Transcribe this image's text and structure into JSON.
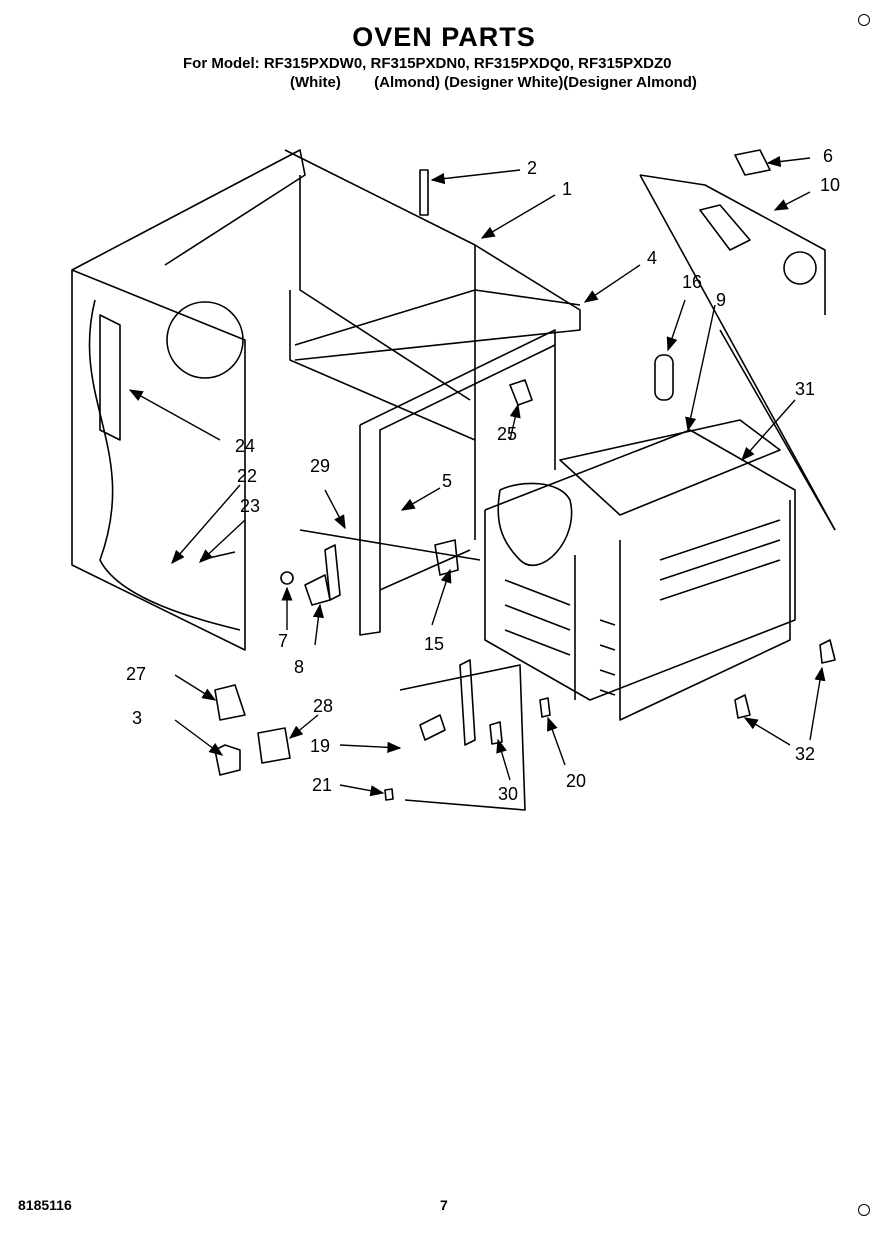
{
  "header": {
    "title": "OVEN PARTS",
    "models": "For Model: RF315PXDW0, RF315PXDN0, RF315PXDQ0, RF315PXDZ0",
    "colors": "(White)        (Almond) (Designer White)(Designer Almond)"
  },
  "footer": {
    "doc_number": "8185116",
    "page_number": "7"
  },
  "callouts": [
    "1",
    "2",
    "3",
    "4",
    "5",
    "6",
    "7",
    "8",
    "9",
    "10",
    "15",
    "16",
    "19",
    "20",
    "21",
    "22",
    "23",
    "24",
    "25",
    "27",
    "28",
    "29",
    "30",
    "31",
    "32"
  ]
}
